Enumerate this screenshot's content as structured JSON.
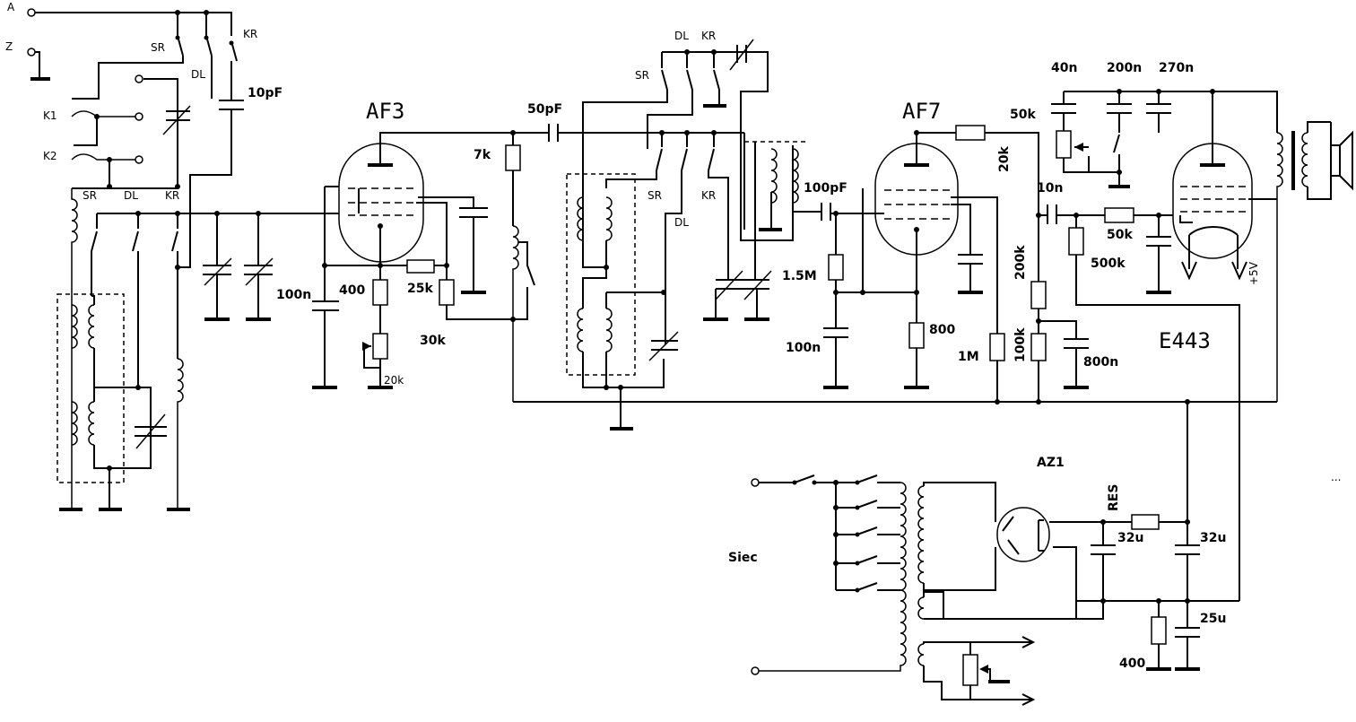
{
  "terminals": {
    "antenna": "A",
    "ground": "Z",
    "k1": "K1",
    "k2": "K2",
    "mains": "Siec"
  },
  "switch_labels": {
    "sr": "SR",
    "dl": "DL",
    "kr": "KR"
  },
  "tubes": {
    "af3": "AF3",
    "af7": "AF7",
    "e443": "E443",
    "az1": "AZ1"
  },
  "components": {
    "c_10pF": "10pF",
    "c_50pF": "50pF",
    "c_100pF": "100pF",
    "r_7k": "7k",
    "r_25k": "25k",
    "r_30k": "30k",
    "r_400": "400",
    "c_100n_af3": "100n",
    "pot_20k": "20k",
    "r_50k_top": "50k",
    "r_20k": "20k",
    "r_1_5M": "1.5M",
    "r_800": "800",
    "c_100n_af7": "100n",
    "r_1M": "1M",
    "c_10n": "10n",
    "c_40n": "40n",
    "c_200n": "200n",
    "c_270n": "270n",
    "r_50k_grid": "50k",
    "r_500k": "500k",
    "r_200k": "200k",
    "r_100k": "100k",
    "c_800n": "800n",
    "supply": "+5V",
    "res": "RES",
    "c_32u_a": "32u",
    "c_32u_b": "32u",
    "c_25u": "25u",
    "r_400_ps": "400",
    "ellipsis": "..."
  }
}
